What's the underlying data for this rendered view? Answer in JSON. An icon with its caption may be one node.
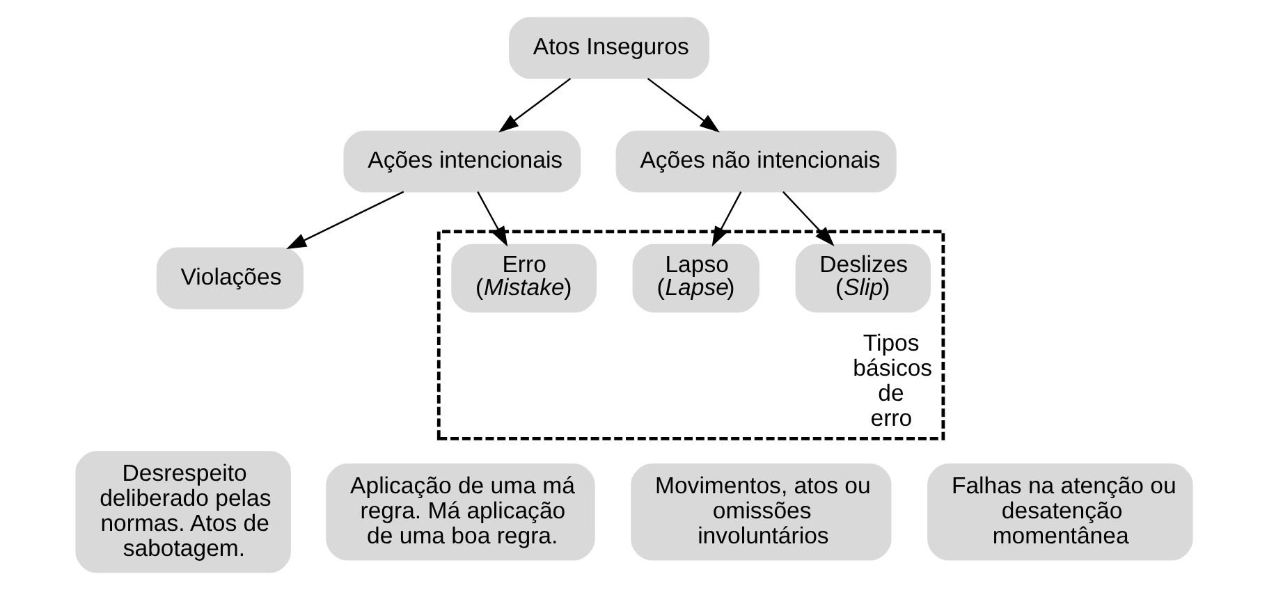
{
  "diagram": {
    "nodes": [
      {
        "text": [
          "Atos Inseguros"
        ]
      },
      {
        "text": [
          "Ações intencionais"
        ]
      },
      {
        "text": [
          "Ações não intencionais"
        ]
      },
      {
        "text": [
          "Violações"
        ]
      },
      {
        "text": [
          "Tipos básicos de erro"
        ]
      },
      {
        "text": [
          "Erro (*Mistake*)"
        ],
        "in": 4
      },
      {
        "text": [
          "Lapso (*Lapse*)"
        ],
        "in": 4
      },
      {
        "text": [
          "Deslizes (*Slip*)"
        ],
        "in": 4
      },
      {
        "text": [
          "Desrespeito deliberado pelas normas. Atos de sabotagem."
        ]
      },
      {
        "text": [
          "Aplicação de uma má regra. Má aplicação de uma boa regra."
        ]
      },
      {
        "text": [
          "Movimentos, atos ou omissões involuntários"
        ]
      },
      {
        "text": [
          "Falhas na atenção ou desatenção momentânea"
        ]
      }
    ],
    "edges": [
      {
        "from": 0,
        "to": 1,
        "arrow": "to"
      },
      {
        "from": 0,
        "to": 2,
        "arrow": "to"
      },
      {
        "from": 1,
        "to": 3,
        "arrow": "to"
      },
      {
        "from": 1,
        "to": 5,
        "arrow": "to"
      },
      {
        "from": 2,
        "to": 6,
        "arrow": "to"
      },
      {
        "from": 2,
        "to": 7,
        "arrow": "to"
      }
    ]
  }
}
